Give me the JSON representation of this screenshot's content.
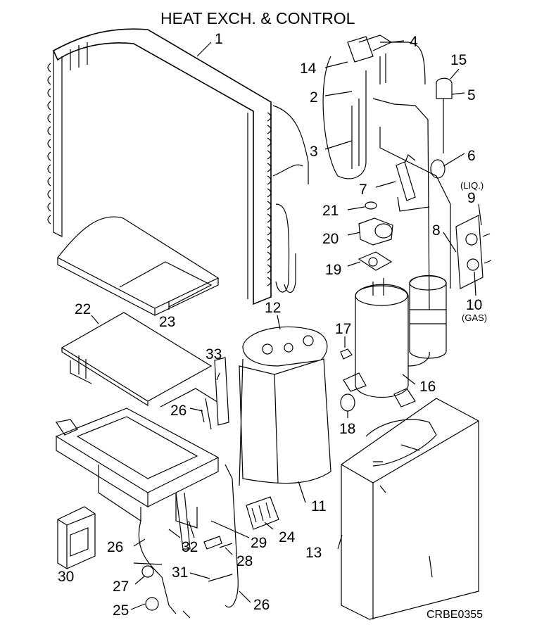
{
  "title": "HEAT EXCH. & CONTROL",
  "drawing_code": "CRBE0355",
  "parts": [
    {
      "no": "1"
    },
    {
      "no": "2"
    },
    {
      "no": "3"
    },
    {
      "no": "4"
    },
    {
      "no": "5"
    },
    {
      "no": "6"
    },
    {
      "no": "7"
    },
    {
      "no": "8"
    },
    {
      "no": "9"
    },
    {
      "no": "10"
    },
    {
      "no": "11"
    },
    {
      "no": "12"
    },
    {
      "no": "13"
    },
    {
      "no": "14"
    },
    {
      "no": "15"
    },
    {
      "no": "16"
    },
    {
      "no": "17"
    },
    {
      "no": "18"
    },
    {
      "no": "19"
    },
    {
      "no": "20"
    },
    {
      "no": "21"
    },
    {
      "no": "22"
    },
    {
      "no": "23"
    },
    {
      "no": "24"
    },
    {
      "no": "25"
    },
    {
      "no": "26"
    },
    {
      "no": "27"
    },
    {
      "no": "28"
    },
    {
      "no": "29"
    },
    {
      "no": "30"
    },
    {
      "no": "31"
    },
    {
      "no": "32"
    },
    {
      "no": "33"
    }
  ],
  "valve_notes": {
    "liq": "(LIQ.)",
    "gas": "(GAS)"
  }
}
